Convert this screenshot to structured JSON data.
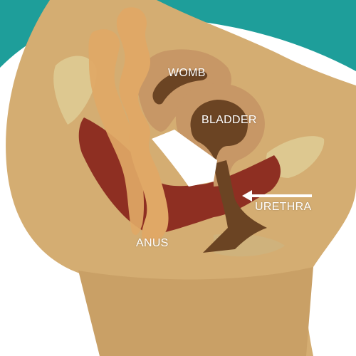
{
  "labels": {
    "womb": "WOMB",
    "bladder": "BLADDER",
    "urethra": "URETHRA",
    "anus": "ANUS"
  },
  "colors": {
    "background": "#ffffff",
    "teal": "#1e9e9a",
    "skin": "#d4ad72",
    "skin_dark": "#c19a5c",
    "muscle": "#8e2f22",
    "organ": "#c79766",
    "cavity": "#6b4423",
    "colon": "#e0a866",
    "pale_fat": "#ddc890",
    "white_tissue": "#ffffff",
    "label_text": "#ffffff",
    "arrow": "#ffffff"
  }
}
